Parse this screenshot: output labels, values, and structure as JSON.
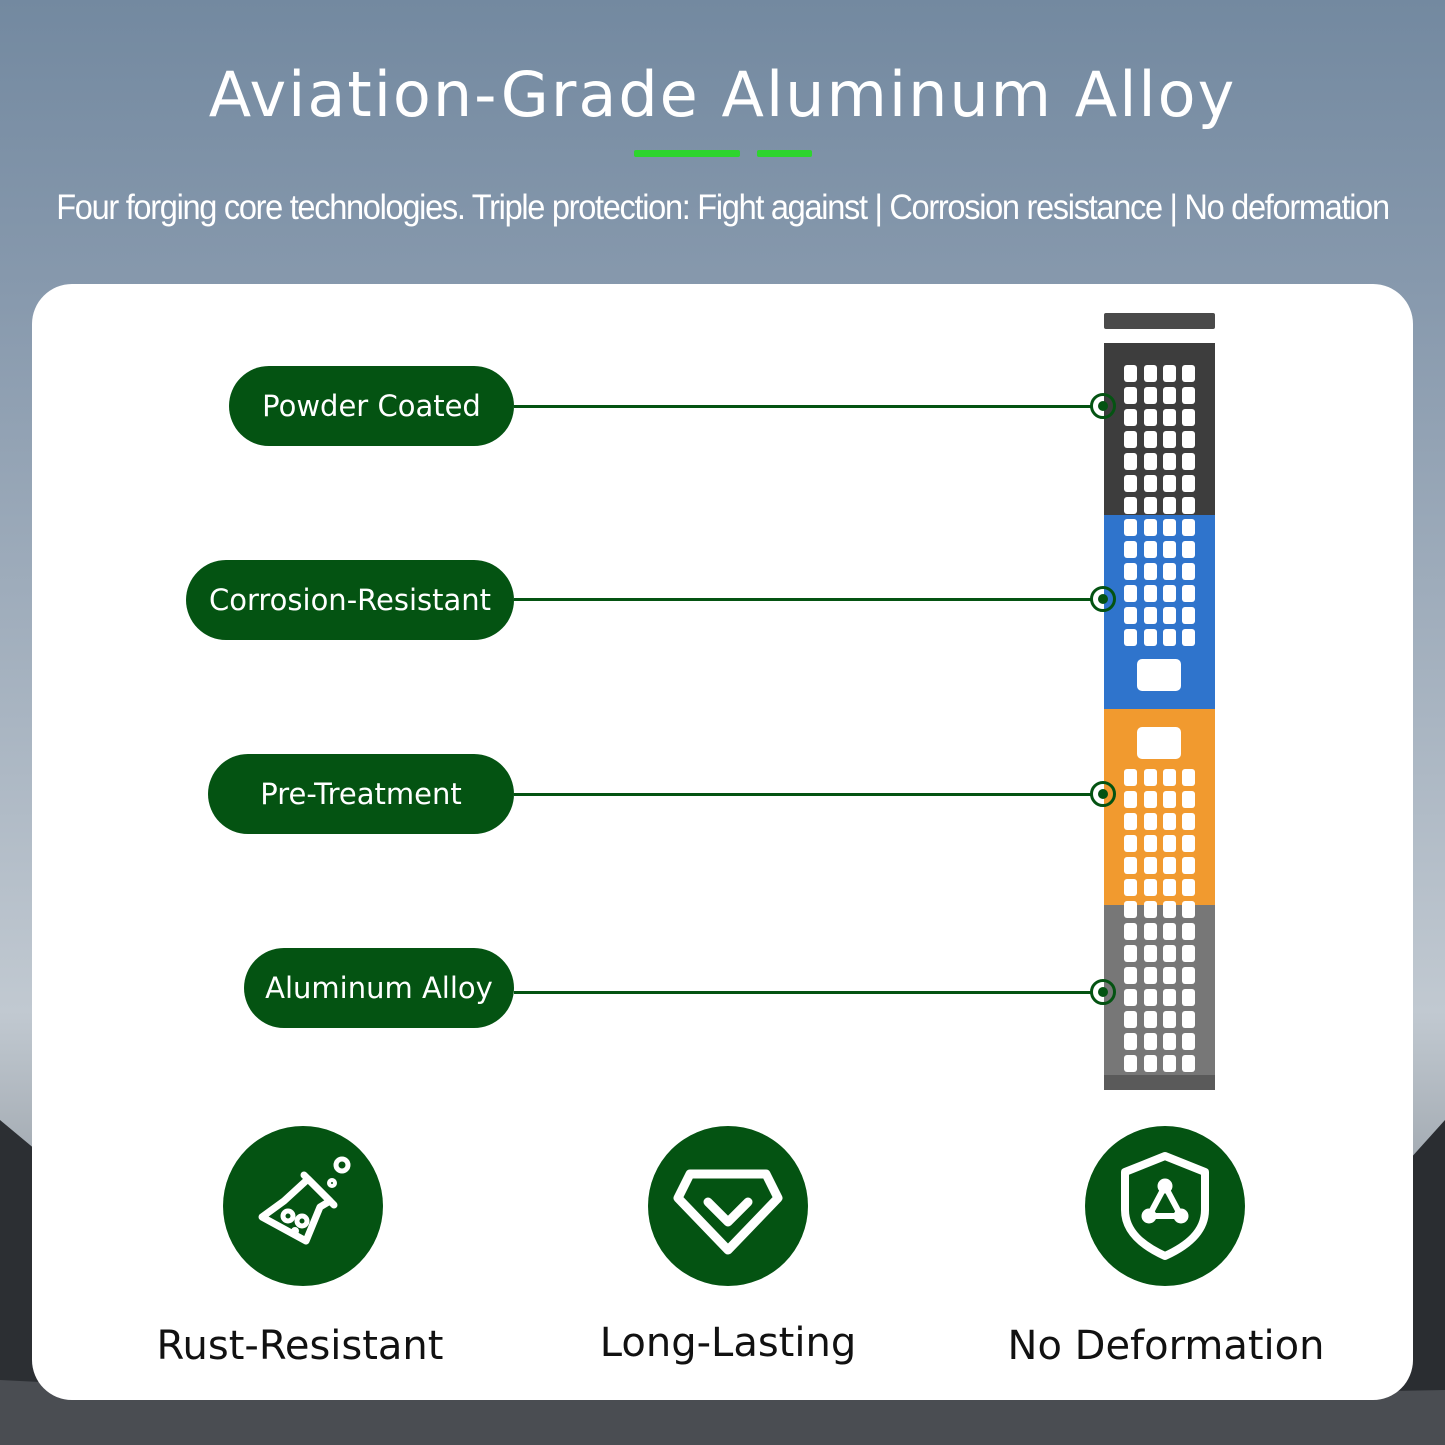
{
  "header": {
    "title": "Aviation-Grade Aluminum Alloy",
    "subtitle": "Four forging core technologies. Triple protection: Fight against | Corrosion resistance | No deformation",
    "accent_color": "#2ed42e"
  },
  "layers": [
    {
      "label": "Powder Coated",
      "color": "#3d3d3d"
    },
    {
      "label": "Corrosion-Resistant",
      "color": "#2f74cc"
    },
    {
      "label": "Pre-Treatment",
      "color": "#f19a2f"
    },
    {
      "label": "Aluminum Alloy",
      "color": "#777777"
    }
  ],
  "features": [
    {
      "label": "Rust-Resistant",
      "icon": "flask-icon"
    },
    {
      "label": "Long-Lasting",
      "icon": "diamond-check-icon"
    },
    {
      "label": "No Deformation",
      "icon": "shield-icon"
    }
  ],
  "brand_color": "#045312"
}
